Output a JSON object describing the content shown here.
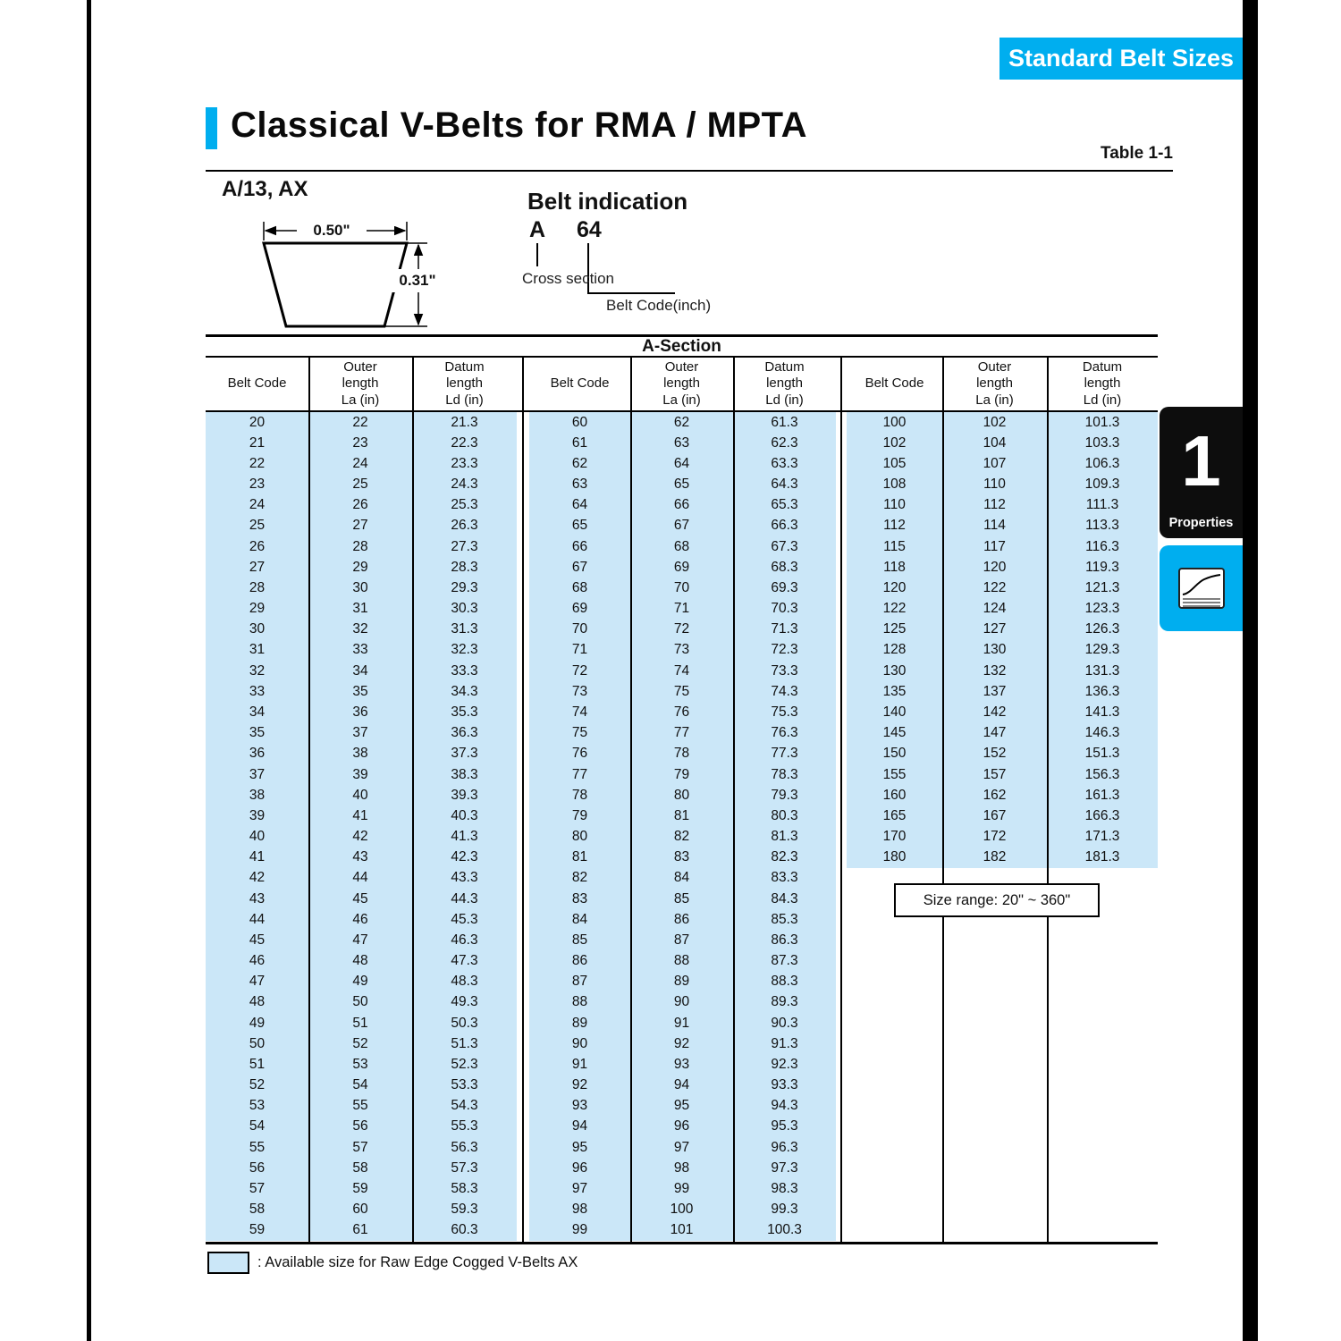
{
  "colors": {
    "accent_cyan": "#00AEEF",
    "highlight_blue": "#CBE7F8"
  },
  "header": {
    "tab_label": "Standard Belt Sizes",
    "title": "Classical V-Belts for RMA / MPTA",
    "table_ref": "Table 1-1"
  },
  "diagram": {
    "belt_type_label": "A/13, AX",
    "top_width": "0.50\"",
    "height": "0.31\""
  },
  "belt_indication": {
    "title": "Belt indication",
    "cross_section_value": "A",
    "belt_code_value": "64",
    "cross_section_caption": "Cross section",
    "belt_code_caption": "Belt Code(inch)"
  },
  "sidebar": {
    "chapter_number": "1",
    "chapter_label": "Properties"
  },
  "table": {
    "section_title": "A-Section",
    "column_headers": [
      "Belt Code",
      "Outer\nlength\nLa (in)",
      "Datum\nlength\nLd (in)"
    ],
    "size_range_note": "Size range: 20\" ~ 360\"",
    "groups": [
      {
        "rows": [
          [
            "20",
            "22",
            "21.3"
          ],
          [
            "21",
            "23",
            "22.3"
          ],
          [
            "22",
            "24",
            "23.3"
          ],
          [
            "23",
            "25",
            "24.3"
          ],
          [
            "24",
            "26",
            "25.3"
          ],
          [
            "25",
            "27",
            "26.3"
          ],
          [
            "26",
            "28",
            "27.3"
          ],
          [
            "27",
            "29",
            "28.3"
          ],
          [
            "28",
            "30",
            "29.3"
          ],
          [
            "29",
            "31",
            "30.3"
          ],
          [
            "30",
            "32",
            "31.3"
          ],
          [
            "31",
            "33",
            "32.3"
          ],
          [
            "32",
            "34",
            "33.3"
          ],
          [
            "33",
            "35",
            "34.3"
          ],
          [
            "34",
            "36",
            "35.3"
          ],
          [
            "35",
            "37",
            "36.3"
          ],
          [
            "36",
            "38",
            "37.3"
          ],
          [
            "37",
            "39",
            "38.3"
          ],
          [
            "38",
            "40",
            "39.3"
          ],
          [
            "39",
            "41",
            "40.3"
          ],
          [
            "40",
            "42",
            "41.3"
          ],
          [
            "41",
            "43",
            "42.3"
          ],
          [
            "42",
            "44",
            "43.3"
          ],
          [
            "43",
            "45",
            "44.3"
          ],
          [
            "44",
            "46",
            "45.3"
          ],
          [
            "45",
            "47",
            "46.3"
          ],
          [
            "46",
            "48",
            "47.3"
          ],
          [
            "47",
            "49",
            "48.3"
          ],
          [
            "48",
            "50",
            "49.3"
          ],
          [
            "49",
            "51",
            "50.3"
          ],
          [
            "50",
            "52",
            "51.3"
          ],
          [
            "51",
            "53",
            "52.3"
          ],
          [
            "52",
            "54",
            "53.3"
          ],
          [
            "53",
            "55",
            "54.3"
          ],
          [
            "54",
            "56",
            "55.3"
          ],
          [
            "55",
            "57",
            "56.3"
          ],
          [
            "56",
            "58",
            "57.3"
          ],
          [
            "57",
            "59",
            "58.3"
          ],
          [
            "58",
            "60",
            "59.3"
          ],
          [
            "59",
            "61",
            "60.3"
          ]
        ]
      },
      {
        "rows": [
          [
            "60",
            "62",
            "61.3"
          ],
          [
            "61",
            "63",
            "62.3"
          ],
          [
            "62",
            "64",
            "63.3"
          ],
          [
            "63",
            "65",
            "64.3"
          ],
          [
            "64",
            "66",
            "65.3"
          ],
          [
            "65",
            "67",
            "66.3"
          ],
          [
            "66",
            "68",
            "67.3"
          ],
          [
            "67",
            "69",
            "68.3"
          ],
          [
            "68",
            "70",
            "69.3"
          ],
          [
            "69",
            "71",
            "70.3"
          ],
          [
            "70",
            "72",
            "71.3"
          ],
          [
            "71",
            "73",
            "72.3"
          ],
          [
            "72",
            "74",
            "73.3"
          ],
          [
            "73",
            "75",
            "74.3"
          ],
          [
            "74",
            "76",
            "75.3"
          ],
          [
            "75",
            "77",
            "76.3"
          ],
          [
            "76",
            "78",
            "77.3"
          ],
          [
            "77",
            "79",
            "78.3"
          ],
          [
            "78",
            "80",
            "79.3"
          ],
          [
            "79",
            "81",
            "80.3"
          ],
          [
            "80",
            "82",
            "81.3"
          ],
          [
            "81",
            "83",
            "82.3"
          ],
          [
            "82",
            "84",
            "83.3"
          ],
          [
            "83",
            "85",
            "84.3"
          ],
          [
            "84",
            "86",
            "85.3"
          ],
          [
            "85",
            "87",
            "86.3"
          ],
          [
            "86",
            "88",
            "87.3"
          ],
          [
            "87",
            "89",
            "88.3"
          ],
          [
            "88",
            "90",
            "89.3"
          ],
          [
            "89",
            "91",
            "90.3"
          ],
          [
            "90",
            "92",
            "91.3"
          ],
          [
            "91",
            "93",
            "92.3"
          ],
          [
            "92",
            "94",
            "93.3"
          ],
          [
            "93",
            "95",
            "94.3"
          ],
          [
            "94",
            "96",
            "95.3"
          ],
          [
            "95",
            "97",
            "96.3"
          ],
          [
            "96",
            "98",
            "97.3"
          ],
          [
            "97",
            "99",
            "98.3"
          ],
          [
            "98",
            "100",
            "99.3"
          ],
          [
            "99",
            "101",
            "100.3"
          ]
        ]
      },
      {
        "rows": [
          [
            "100",
            "102",
            "101.3"
          ],
          [
            "102",
            "104",
            "103.3"
          ],
          [
            "105",
            "107",
            "106.3"
          ],
          [
            "108",
            "110",
            "109.3"
          ],
          [
            "110",
            "112",
            "111.3"
          ],
          [
            "112",
            "114",
            "113.3"
          ],
          [
            "115",
            "117",
            "116.3"
          ],
          [
            "118",
            "120",
            "119.3"
          ],
          [
            "120",
            "122",
            "121.3"
          ],
          [
            "122",
            "124",
            "123.3"
          ],
          [
            "125",
            "127",
            "126.3"
          ],
          [
            "128",
            "130",
            "129.3"
          ],
          [
            "130",
            "132",
            "131.3"
          ],
          [
            "135",
            "137",
            "136.3"
          ],
          [
            "140",
            "142",
            "141.3"
          ],
          [
            "145",
            "147",
            "146.3"
          ],
          [
            "150",
            "152",
            "151.3"
          ],
          [
            "155",
            "157",
            "156.3"
          ],
          [
            "160",
            "162",
            "161.3"
          ],
          [
            "165",
            "167",
            "166.3"
          ],
          [
            "170",
            "172",
            "171.3"
          ],
          [
            "180",
            "182",
            "181.3"
          ]
        ]
      }
    ]
  },
  "legend": {
    "text": ": Available size for Raw Edge Cogged V-Belts AX"
  }
}
